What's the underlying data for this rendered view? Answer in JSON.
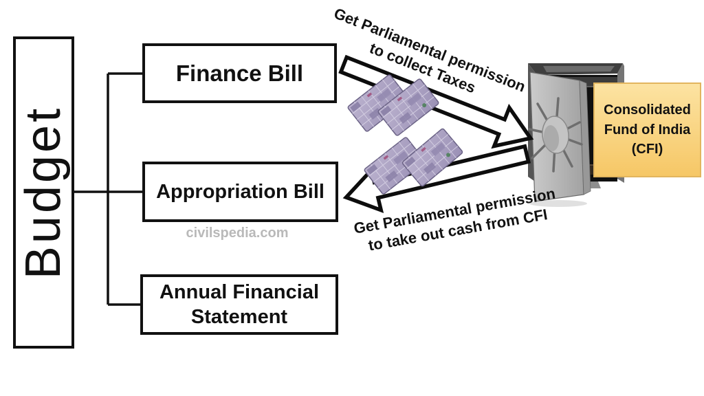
{
  "diagram_title": "Budget components and Consolidated Fund of India flow",
  "budget": {
    "label": "Budget"
  },
  "boxes": {
    "finance_bill": {
      "label": "Finance Bill"
    },
    "appropriation_bill": {
      "label": "Appropriation Bill"
    },
    "annual_financial_statement": {
      "label": "Annual Financial Statement"
    }
  },
  "cfi": {
    "lines": [
      "Consolidated",
      "Fund of India",
      "(CFI)"
    ],
    "bg_top": "#fce3a2",
    "bg_bottom": "#f6c766",
    "border_color": "#e2b55e"
  },
  "arrows": {
    "collect_taxes": {
      "line1": "Get Parliamental permission",
      "line2": "to collect Taxes",
      "direction": "finance-bill-to-cfi"
    },
    "take_cash": {
      "line1": "Get Parliamental permission",
      "line2": "to take out cash from CFI",
      "direction": "cfi-to-appropriation-bill"
    }
  },
  "watermark": {
    "text": "civilspedia.com",
    "color": "#b9b9b9"
  },
  "icons": {
    "safe": "open-vault-safe-icon",
    "cash": "currency-notes-icon"
  },
  "colors": {
    "line": "#111111",
    "note_purple": "#ada3c2",
    "safe_gray": "#8f8f8f"
  }
}
